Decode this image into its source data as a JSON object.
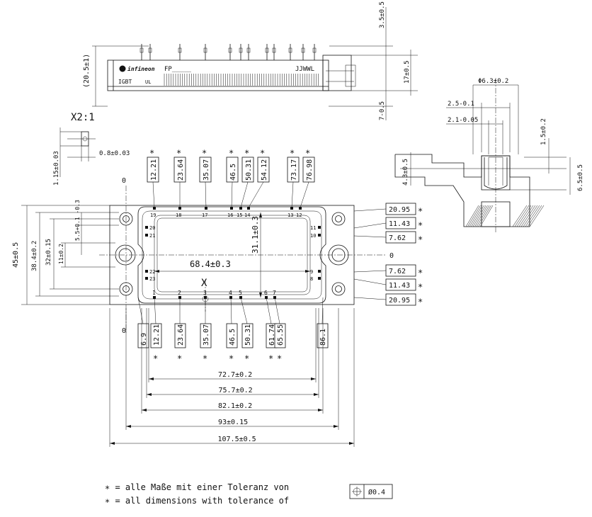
{
  "module": {
    "brand": "infineon",
    "type_text": "FP_____",
    "type_prefix": "IGBT",
    "date_code": "JJWWL",
    "ul_mark": "UL"
  },
  "detail": {
    "scale_label": "X2:1",
    "dim_pin_width": "0.8±0.03",
    "dim_pin_thickness": "1.15±0.03",
    "view_marker": "X"
  },
  "side_view": {
    "dim_total_height": "(20.5±1)",
    "dim_top_pin": "3.5±0.5",
    "dim_body": "17±0.5",
    "dim_bottom": "7-0.5"
  },
  "section": {
    "dim_hole_dia": "Φ6.3±0.2",
    "dim_a": "2.5-0.1",
    "dim_b": "2.1-0.05",
    "dim_c": "1.5±0.2",
    "dim_d": "4.3±0.5",
    "dim_e": "6.5±0.5"
  },
  "top_dims": [
    {
      "value": "12.21",
      "pin": "19"
    },
    {
      "value": "23.64",
      "pin": "18"
    },
    {
      "value": "35.07",
      "pin": "17"
    },
    {
      "value": "46.5",
      "pin": "16"
    },
    {
      "value": "50.31",
      "pin": "15"
    },
    {
      "value": "54.12",
      "pin": "14"
    },
    {
      "value": "73.17",
      "pin": "13"
    },
    {
      "value": "76.98",
      "pin": "12"
    }
  ],
  "bottom_dims": [
    {
      "value": "6.9",
      "star": false
    },
    {
      "value": "12.21",
      "pin": "1",
      "star": true
    },
    {
      "value": "23.64",
      "pin": "2",
      "star": true
    },
    {
      "value": "35.07",
      "pin": "3",
      "star": true
    },
    {
      "value": "46.5",
      "pin": "4",
      "star": true
    },
    {
      "value": "50.31",
      "pin": "5",
      "star": true
    },
    {
      "value": "61.74",
      "pin": "6",
      "star": true
    },
    {
      "value": "65.55",
      "pin": "7",
      "star": true
    },
    {
      "value": "86.1",
      "star": false
    }
  ],
  "right_dims": [
    {
      "value": "20.95"
    },
    {
      "value": "11.43"
    },
    {
      "value": "7.62"
    },
    {
      "value": "7.62"
    },
    {
      "value": "11.43"
    },
    {
      "value": "20.95"
    }
  ],
  "left_dims": {
    "outer": "45±0.5",
    "second": "38.4±0.2",
    "third": "32±0.15",
    "fourth": "11±0.2",
    "fifth": "5.5+0.1 -0.3"
  },
  "inner_dims": {
    "horizontal": "68.4±0.3",
    "vertical": "31.1±0.3"
  },
  "side_pins_left": [
    "20",
    "21",
    "22",
    "23"
  ],
  "side_pins_right": [
    "11",
    "10",
    "9",
    "8"
  ],
  "width_dims": [
    "72.7±0.2",
    "75.7±0.2",
    "82.1±0.2",
    "93±0.15",
    "107.5±0.5"
  ],
  "zero_label": "0",
  "star_symbol": "∗",
  "notes": {
    "line_de": "∗ = alle Maße mit einer Toleranz von",
    "line_en": "∗ = all dimensions with tolerance of",
    "tolerance_value": "Ø0.4"
  }
}
